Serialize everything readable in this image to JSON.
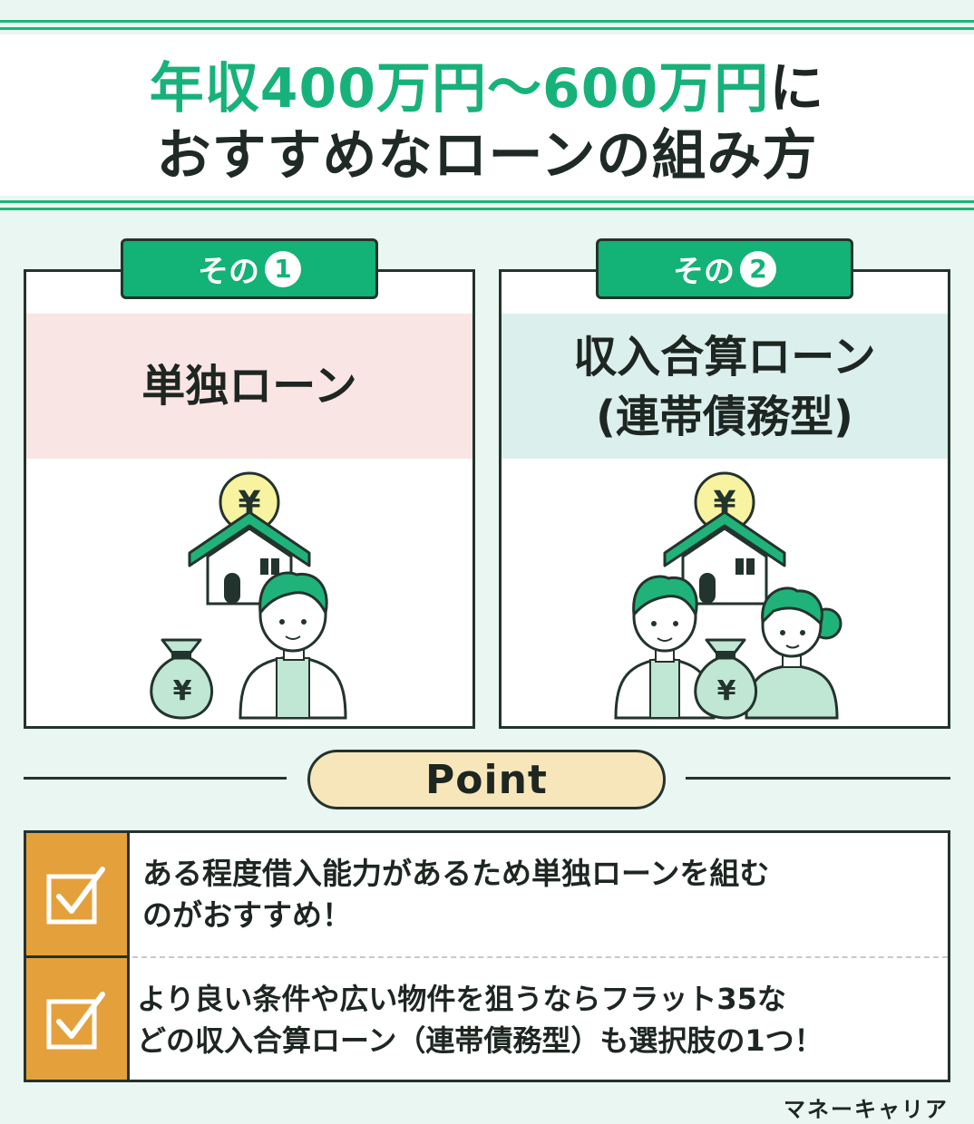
{
  "header": {
    "title_line1_green": "年収400万円〜600万円",
    "title_line1_dark": "に",
    "title_line2": "おすすめなローンの組み方"
  },
  "cards": [
    {
      "tag_prefix": "その",
      "tag_number": "1",
      "title_lines": [
        "単独ローン"
      ]
    },
    {
      "tag_prefix": "その",
      "tag_number": "2",
      "title_lines": [
        "収入合算ローン",
        "(連帯債務型)"
      ]
    }
  ],
  "icons": {
    "yen": "¥"
  },
  "point": {
    "label": "Point",
    "items": [
      {
        "lines": [
          "ある程度借入能力があるため単独ローンを組む",
          "のがおすすめ！"
        ]
      },
      {
        "lines": [
          "より良い条件や広い物件を狙うならフラット35な",
          "どの収入合算ローン（連帯債務型）も選択肢の1つ！"
        ]
      }
    ]
  },
  "credit": "マネーキャリア",
  "colors": {
    "green": "#17b27a",
    "orange": "#e4a03a",
    "cream": "#f8e6bb",
    "pink": "#f9e5e4",
    "mint": "#dbefec"
  }
}
